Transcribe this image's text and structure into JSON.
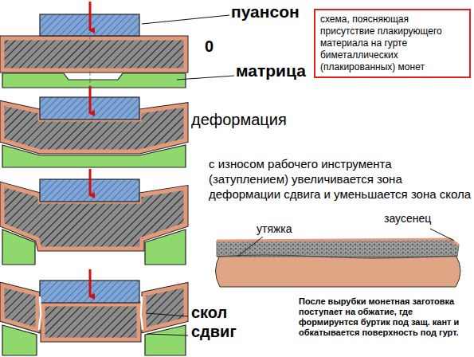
{
  "diagram": {
    "nodes": [
      {
        "text": [
          "схема, поясняющая присутствие плакирующего материала на гурте биметаллических (плакированных) монет"
        ]
      }
    ],
    "labels": [
      "пуансон",
      "0",
      "матрица",
      "деформация",
      "с износом рабочего инструмента (затуплением) увеличивается зона деформации сдвига и уменьшается зона скола",
      "утяжка",
      "заусенец",
      "скол",
      "сдвиг",
      "После вырубки монетная заготовка поступает на обжатие, где формирунтся буртик под защ. кант и обкатывается поверхность под гурт."
    ]
  }
}
